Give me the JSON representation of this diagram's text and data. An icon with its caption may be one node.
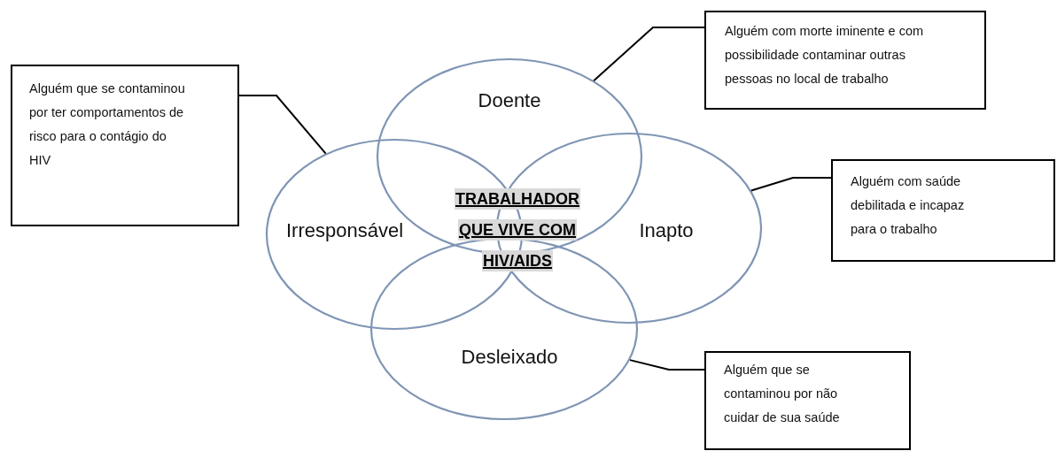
{
  "diagram": {
    "nodes": [
      {
        "text": [
          "Alguém com morte iminente e com possibilidade contaminar outras pessoas no local de trabalho"
        ]
      },
      {
        "text": [
          "Doente"
        ]
      },
      {
        "text": [
          "Alguém que se contaminou por ter comportamentos de risco para o contágio do HIV"
        ]
      },
      {
        "text": [
          "Irresponsável"
        ]
      },
      {
        "text": [
          "Inapto"
        ]
      },
      {
        "text": [
          "Alguém com saúde debilitada e incapaz para o trabalho"
        ]
      },
      {
        "text": [
          "Desleixado"
        ]
      },
      {
        "text": [
          "Alguém que se contaminou por não cuidar de sua saúde"
        ]
      }
    ],
    "edges": [
      {
        "from": 0,
        "to": 1,
        "arrow": "none"
      },
      {
        "from": 2,
        "to": 3,
        "arrow": "none"
      },
      {
        "from": 5,
        "to": 4,
        "arrow": "none"
      },
      {
        "from": 7,
        "to": 6,
        "arrow": "none"
      }
    ],
    "labels": [
      "TRABALHADOR QUE VIVE COM HIV/AIDS"
    ]
  }
}
